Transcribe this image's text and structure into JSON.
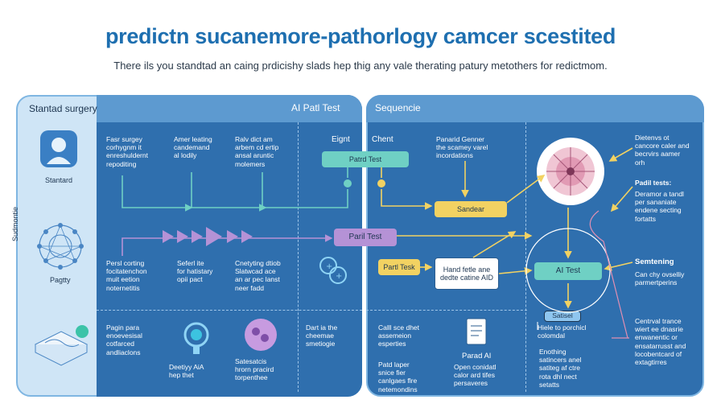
{
  "title": "predictn sucanemore-pathorlogy camcer scestited",
  "subtitle": "There ils you standtad an caing prdicishy slads hep thig any vale therating patury metothers for redictmom.",
  "left_panel": {
    "header": "Stantad surgery",
    "side_label": "Sudmontie",
    "icon1_label": "Stantard",
    "icon2_label": "Pagtty"
  },
  "mid_panel": {
    "header": "AI Patl Test",
    "col_labels": [
      "Eignt"
    ],
    "texts": {
      "r1c1": "Fasr surgey\ncorhygnm it\nenreshuldernt\nrepoditing",
      "r1c2": "Amer leating\ncandemand\nal lodily",
      "r1c3": "Ralv dict am\narbem cd ertip\nansal aruntic\nmolemers",
      "r2c1": "Persl corting\nfocitatenchon\nmuit eetion\nnoternetitis",
      "r2c2": "Seferl ite\nfor hatistary\nopii pact",
      "r2c3": "Cnetyting dtiob\nSlatwcad ace\nan ar pec lanst\nneer fadd",
      "r3c1": "Pagin para\nenoevesisal\ncotfarced\nandliaclons",
      "r3c2": "Deetiyy AiA\nhep thet",
      "r3c3": "Satesatcis\nhrorn pracird\ntorpenthee",
      "r3c4": "Dart ia the\ncheemae\nsmetiogie"
    },
    "boxes": {
      "partd_test": "Patrd Test",
      "paril_test": "Paril Test"
    }
  },
  "right_panel": {
    "header": "Sequencie",
    "col_labels": [
      "Chent"
    ],
    "texts": {
      "r1c2": "Panarid Genner\nthe scamey varel\nincordations",
      "side1": "Dietenvs ot\ncancore caler and\nbecrvirs aamer\norh",
      "side2_title": "Padil tests:",
      "side2": "Deramor a tandl\nper sananiate\nendene secting\nfortatts",
      "side3_title": "Semtening",
      "side3": "Can chy ovselliy\nparmertperins",
      "side4": "Centrval trance\nwiert ee dnasrie\nenwanentic or\nensatarrusst and\nlocobentcard of\nextagtirres",
      "r3c1": "Calll sce dhet\nassemeion\nesperties",
      "r3c1b": "Patd laper\nsnice fier\ncanlgaes flre\nnetemondins",
      "r3c2": "Parad AI",
      "r3c2b": "Open conidatl\ncalor ard tifes\npersaveres",
      "r3c3": "Hiele to porchicl\ncolomdal",
      "r3c3b": "Enothing\nsatincers anel\nsatiteg af ctre\nrota dhl nect\nsetatts",
      "satisel": "Satisel"
    },
    "boxes": {
      "sandear": "Sandear",
      "partl_tesk": "Partl Tesk",
      "hard_fete": "Hand fetle ane\ndedte catine\nAID",
      "ai_test": "AI Test"
    }
  },
  "colors": {
    "title": "#1e6fb0",
    "panel_blue": "#2f6fae",
    "panel_light": "#cfe5f6",
    "teal": "#6fd0c4",
    "yellow": "#f2d262",
    "purple": "#b592d6",
    "header_blue": "#5d9ad0"
  }
}
